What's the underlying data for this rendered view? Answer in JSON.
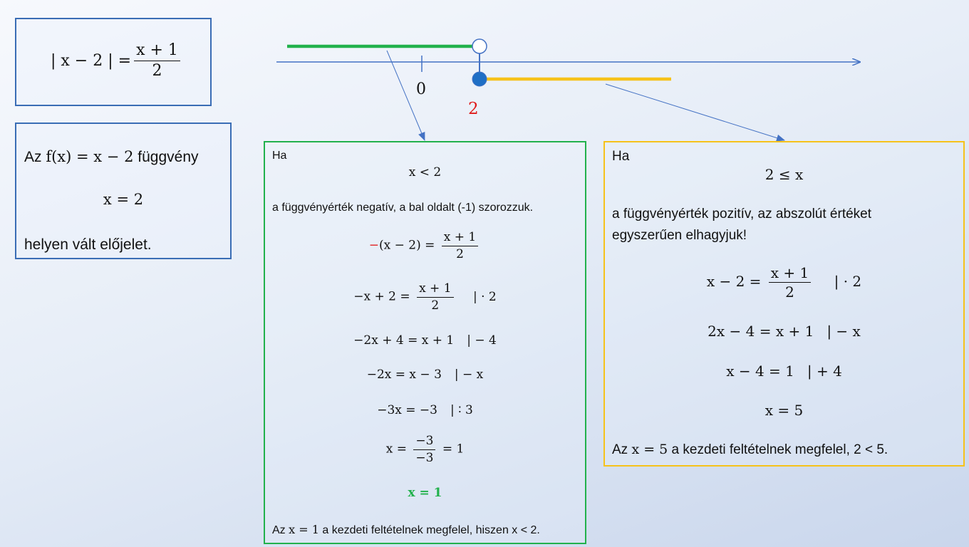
{
  "equation_box": {
    "lhs": "| x − 2 | =",
    "num": "x + 1",
    "den": "2"
  },
  "sign_box": {
    "line1_prefix": "Az ",
    "line1_func": "f(x) =  x  − 2",
    "line1_suffix": " függvény",
    "line2": "x = 2",
    "line3": "helyen vált előjelet."
  },
  "number_line": {
    "tick0_label": "0",
    "tick2_label": "2",
    "colors": {
      "axis": "#4472c4",
      "left_ray": "#22b14c",
      "right_ray": "#f6c21a",
      "point": "#1f6fc5",
      "label2": "#e01b1b"
    }
  },
  "left_case": {
    "ha": "Ha",
    "condition": "x < 2",
    "explanation": "a függvényérték negatív, a bal oldalt (-1) szorozzuk.",
    "s1_minus": "−",
    "s1_rest": "(x − 2) =",
    "s1_num": "x + 1",
    "s1_den": "2",
    "s2_lhs": "−x + 2 =",
    "s2_num": "x + 1",
    "s2_den": "2",
    "s2_note": "| · 2",
    "s3_eq": "−2x + 4 = x + 1",
    "s3_note": "| − 4",
    "s4_eq": "−2x = x  − 3",
    "s4_note": "| − x",
    "s5_eq": "−3x = −3",
    "s5_note": "| ∶ 3",
    "s6_lhs": "x =",
    "s6_num": "−3",
    "s6_den": "−3",
    "s6_rhs": "= 1",
    "result": "x = 1",
    "conclusion_pre": "Az ",
    "conclusion_math": "x = 1",
    "conclusion_post": " a kezdeti feltételnek megfelel, hiszen x < 2."
  },
  "right_case": {
    "ha": "Ha",
    "condition": "2 ≤ x",
    "explanation_1": "a függvényérték pozitív, az abszolút értéket",
    "explanation_2": "egyszerűen elhagyjuk!",
    "s1_lhs": "x − 2 =",
    "s1_num": "x + 1",
    "s1_den": "2",
    "s1_note": "| · 2",
    "s2_eq": "2x − 4 = x + 1",
    "s2_note": "| − x",
    "s3_eq": "x − 4 = 1",
    "s3_note": "| + 4",
    "s4_eq": "x = 5",
    "conclusion_pre": "Az ",
    "conclusion_math": "x = 5",
    "conclusion_post": " a kezdeti feltételnek megfelel, 2 < 5."
  }
}
